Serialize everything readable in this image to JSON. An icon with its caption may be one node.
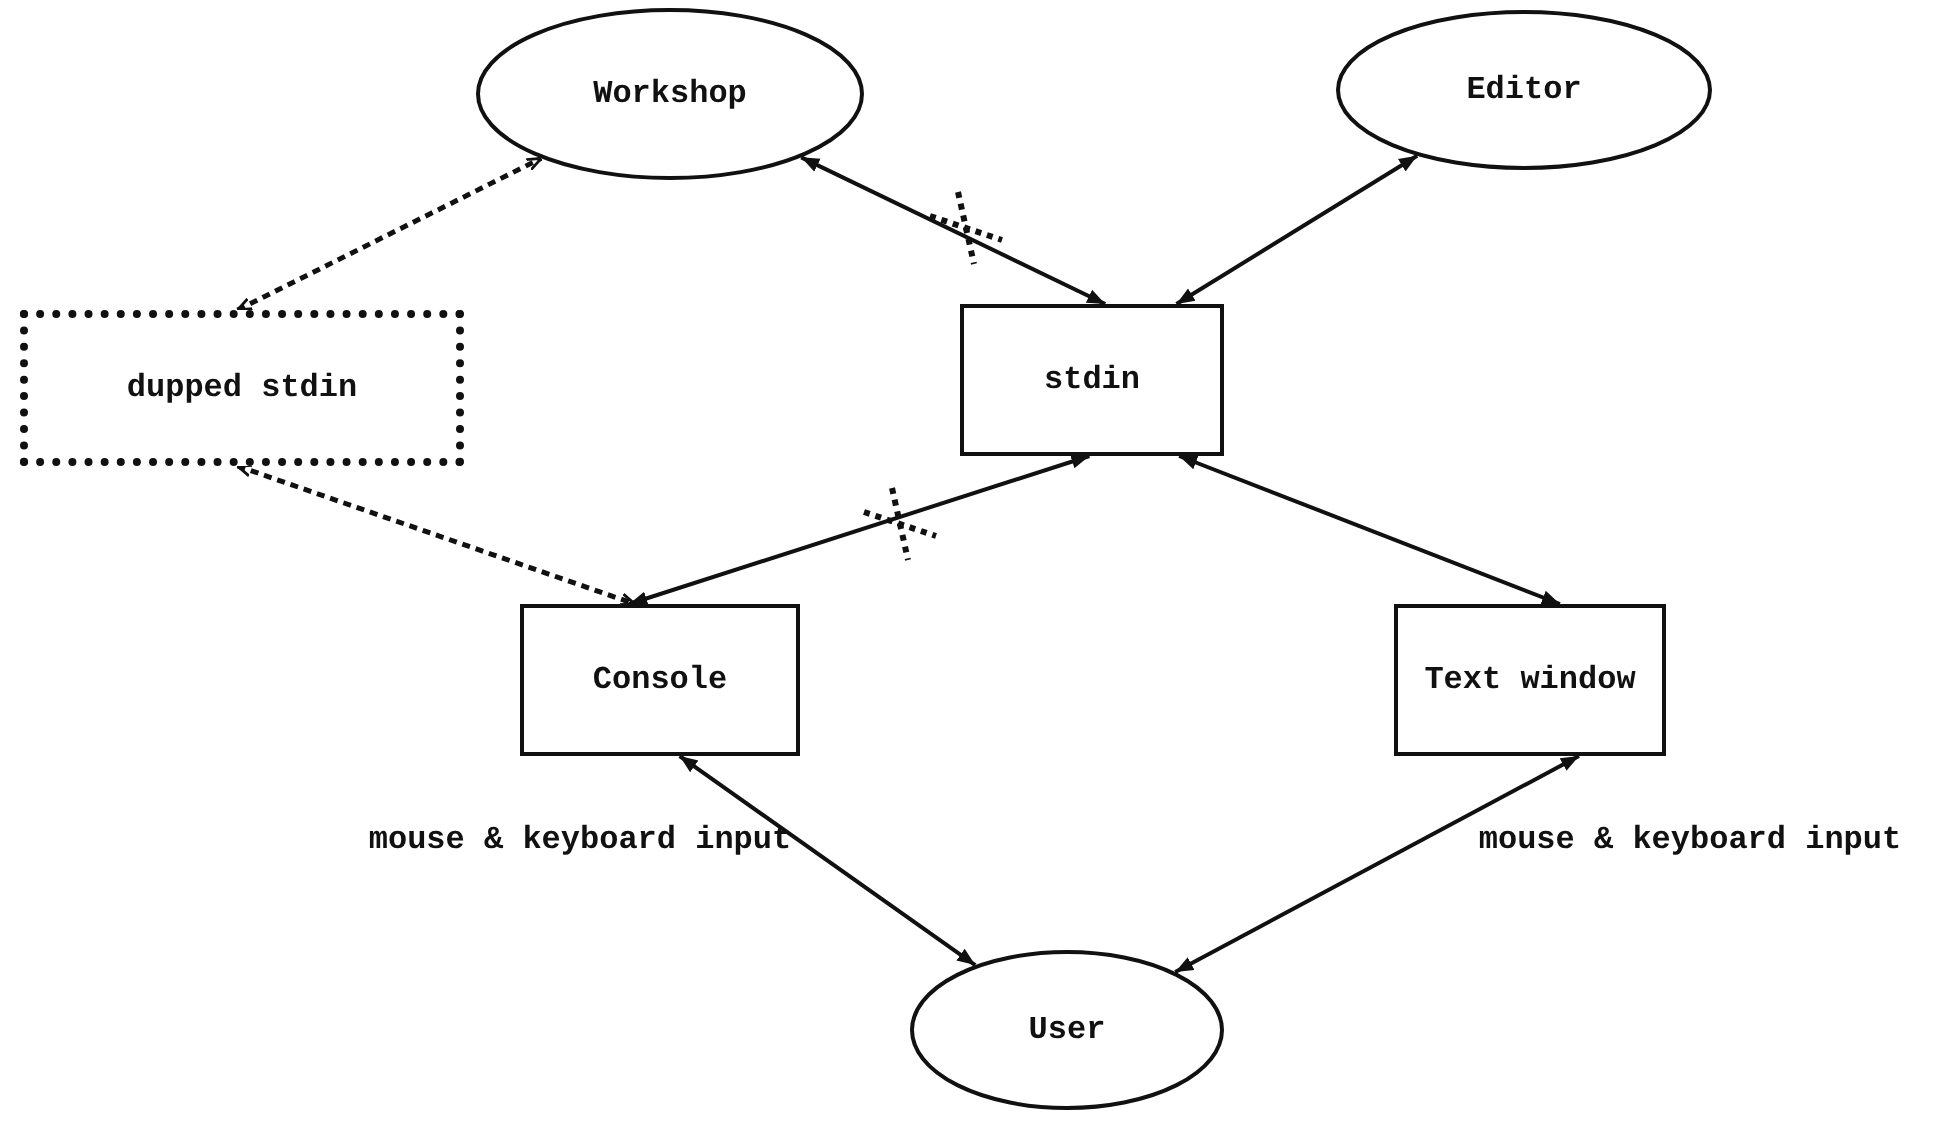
{
  "diagram": {
    "nodes": [
      {
        "text": [
          "Workshop"
        ]
      },
      {
        "text": [
          "Editor"
        ]
      },
      {
        "text": [
          "dupped stdin"
        ]
      },
      {
        "text": [
          "stdin"
        ]
      },
      {
        "text": [
          "Console"
        ]
      },
      {
        "text": [
          "Text window"
        ]
      },
      {
        "text": [
          "User"
        ]
      }
    ],
    "edges": [
      {
        "from": 0,
        "to": 3,
        "arrow": "both"
      },
      {
        "from": 1,
        "to": 3,
        "arrow": "both"
      },
      {
        "from": 3,
        "to": 4,
        "arrow": "both"
      },
      {
        "from": 3,
        "to": 5,
        "arrow": "both"
      },
      {
        "from": 4,
        "to": 6,
        "arrow": "both",
        "label": "mouse & keyboard input"
      },
      {
        "from": 5,
        "to": 6,
        "arrow": "both",
        "label": "mouse & keyboard input"
      },
      {
        "from": 2,
        "to": 0,
        "arrow": "both",
        "style": "dashed"
      },
      {
        "from": 2,
        "to": 4,
        "arrow": "both",
        "style": "dashed"
      }
    ]
  }
}
